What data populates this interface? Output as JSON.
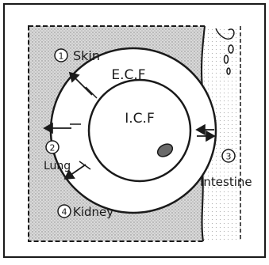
{
  "diagram": {
    "compartments": {
      "extracellular": "E.C.F",
      "intracellular": "I.C.F"
    },
    "routes": [
      {
        "number": "1",
        "label": "Skin"
      },
      {
        "number": "2",
        "label": "Lung"
      },
      {
        "number": "3",
        "label": "Intestine"
      },
      {
        "number": "4",
        "label": "Kidney"
      }
    ]
  },
  "colors": {
    "ink": "#1a1a1a",
    "paper": "#ffffff",
    "stipple": "#bdbdbd"
  }
}
